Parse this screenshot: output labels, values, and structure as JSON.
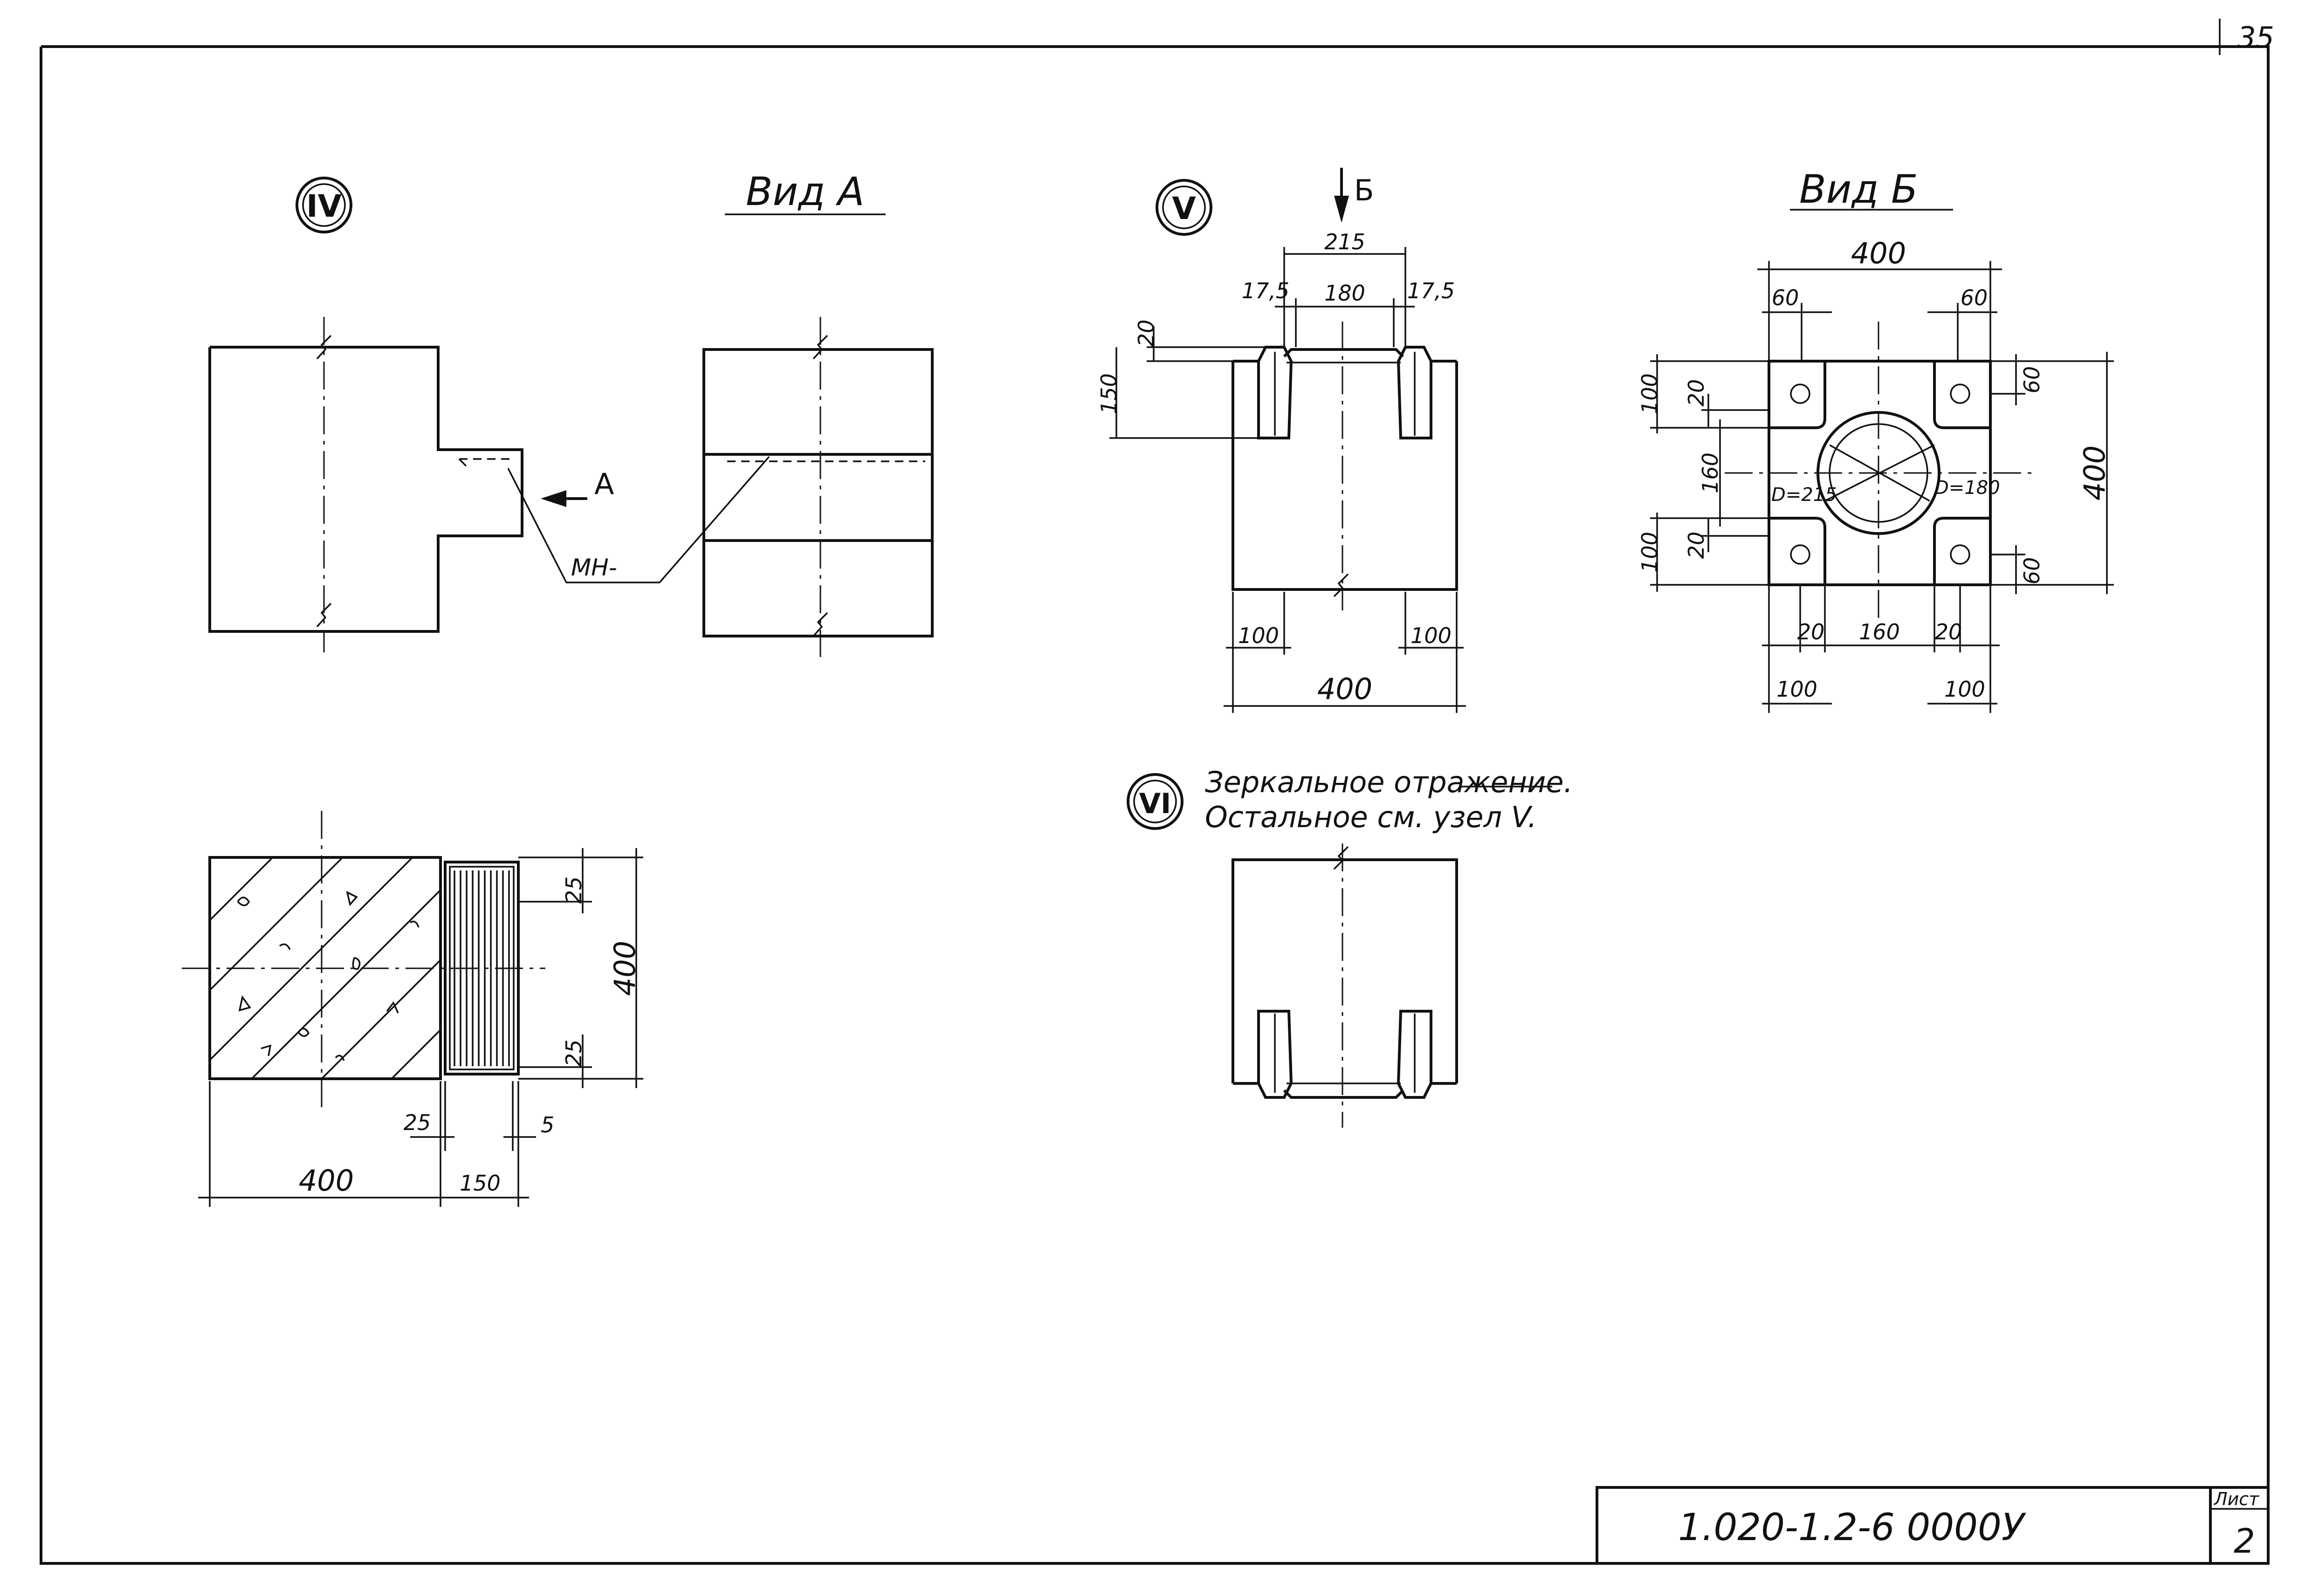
{
  "sheet": {
    "page_number": "35",
    "doc_code": "1.020-1.2-6 0000У",
    "sheet_label": "Лист",
    "sheet_number": "2"
  },
  "node_iv": {
    "marker": "IV",
    "arrow_label": "А",
    "leader_label": "МН-"
  },
  "view_a": {
    "title": "Вид А"
  },
  "node_v": {
    "marker": "V",
    "arrow_label": "Б",
    "dims": {
      "top_overall": "215",
      "inner": "180",
      "left_step": "17,5",
      "right_step": "17,5",
      "step_height": "20",
      "leg_height": "150",
      "left_leg": "100",
      "right_leg": "100",
      "width": "400"
    }
  },
  "view_b": {
    "title": "Вид Б",
    "dims": {
      "width": "400",
      "corner_tl": "60",
      "corner_tr": "60",
      "left_top_outer": "100",
      "left_top_inner": "20",
      "left_mid": "160",
      "left_bot_inner": "20",
      "left_bot_outer": "100",
      "right_top": "60",
      "right_height": "400",
      "right_bot": "60",
      "diam_outer": "D=215",
      "diam_inner": "D=180",
      "bottom_20_left": "20",
      "bottom_160": "160",
      "bottom_20_right": "20",
      "bottom_100_left": "100",
      "bottom_100_right": "100"
    }
  },
  "node_vi": {
    "marker": "VI",
    "note_line1": "Зеркальное отражение.",
    "note_line2": "Остальное см. узел V."
  },
  "section": {
    "dims": {
      "top_25": "25",
      "height": "400",
      "bottom_25": "25",
      "gap_25": "25",
      "gap_5": "5",
      "width_400": "400",
      "width_150": "150"
    }
  }
}
